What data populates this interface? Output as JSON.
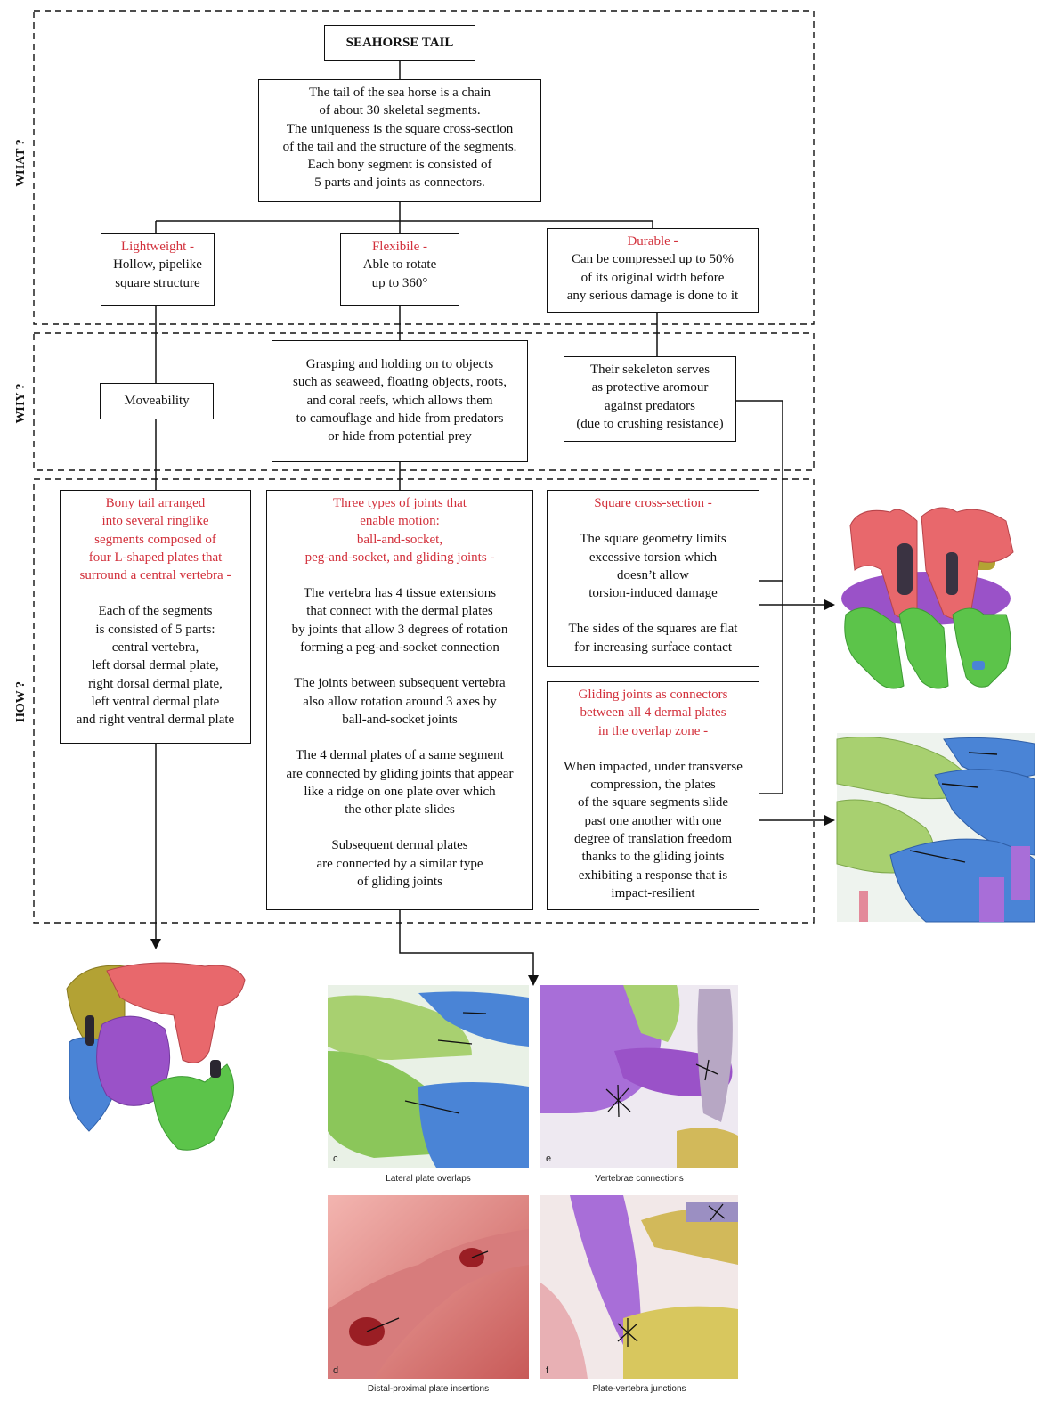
{
  "title": "SEAHORSE TAIL",
  "section_labels": {
    "what": "WHAT ?",
    "why": "WHY ?",
    "how": "HOW ?"
  },
  "what_box": [
    "The tail of the sea horse is a chain",
    "of about 30 skeletal segments.",
    "The uniqueness is the square cross-section",
    "of the tail and the structure of the segments.",
    "Each bony segment is consisted of",
    "5 parts and joints as connectors."
  ],
  "properties": {
    "lightweight": {
      "heading": "Lightweight -",
      "lines": [
        "Hollow, pipelike",
        "square structure"
      ]
    },
    "flexible": {
      "heading": "Flexibile -",
      "lines": [
        "Able to rotate",
        "up to 360°"
      ]
    },
    "durable": {
      "heading": "Durable -",
      "lines": [
        "Can be compressed up to 50%",
        "of its original width before",
        "any serious damage is done to it"
      ]
    }
  },
  "why": {
    "moveability": "Moveability",
    "grasping": [
      "Grasping and holding on to objects",
      "such as seaweed, floating objects, roots,",
      "and coral reefs, which allows them",
      "to camouflage and hide from predators",
      "or hide from potential prey"
    ],
    "protection": [
      "Their sekeleton serves",
      "as protective aromour",
      "against predators",
      "(due to crushing resistance)"
    ]
  },
  "how": {
    "bony": {
      "heading": [
        "Bony tail arranged",
        "into several ringlike",
        "segments composed of",
        "four L-shaped plates that",
        "surround a central vertebra -"
      ],
      "body": [
        "Each of the segments",
        "is consisted of 5 parts:",
        "central vertebra,",
        "left dorsal dermal plate,",
        "right dorsal dermal plate,",
        "left ventral dermal plate",
        "and right ventral dermal plate"
      ]
    },
    "joints": {
      "heading": [
        "Three types of joints that",
        "enable motion:",
        "ball-and-socket,",
        "peg-and-socket, and gliding joints -"
      ],
      "para1": [
        "The vertebra has 4 tissue extensions",
        "that connect with the dermal plates",
        "by joints that allow 3 degrees of rotation",
        "forming a peg-and-socket connection"
      ],
      "para2": [
        "The joints between subsequent vertebra",
        "also allow rotation around 3 axes by",
        "ball-and-socket joints"
      ],
      "para3": [
        "The 4 dermal plates of a same segment",
        "are connected by gliding joints that appear",
        "like a ridge on one plate over which",
        "the other plate slides"
      ],
      "para4": [
        "Subsequent dermal plates",
        "are connected by a similar type",
        "of gliding joints"
      ]
    },
    "square": {
      "heading": "Square cross-section -",
      "para1": [
        "The square geometry limits",
        "excessive torsion which",
        "doesn’t allow",
        "torsion-induced damage"
      ],
      "para2": [
        "The sides of the squares are flat",
        "for increasing surface contact"
      ]
    },
    "gliding": {
      "heading": [
        "Gliding joints as connectors",
        "between all 4 dermal plates",
        "in the overlap zone -"
      ],
      "body": [
        "When impacted, under transverse",
        "compression, the plates",
        "of the square segments slide",
        "past one another with one",
        "degree of translation freedom",
        "thanks to the gliding joints",
        "exhibiting a response that is",
        "impact-resilient"
      ]
    }
  },
  "panels": {
    "c": {
      "letter": "c",
      "caption": "Lateral plate overlaps"
    },
    "e": {
      "letter": "e",
      "caption": "Vertebrae connections"
    },
    "d": {
      "letter": "d",
      "caption": "Distal-proximal plate insertions"
    },
    "f": {
      "letter": "f",
      "caption": "Plate-vertebra junctions"
    }
  },
  "colors": {
    "accent_red": "#d2303b",
    "plate_red": "#e8686c",
    "plate_green": "#5cc44a",
    "plate_blue": "#4a84d6",
    "plate_purple": "#9a52c8",
    "plate_olive": "#b3a234",
    "plate_lightgreen": "#a8d070"
  }
}
